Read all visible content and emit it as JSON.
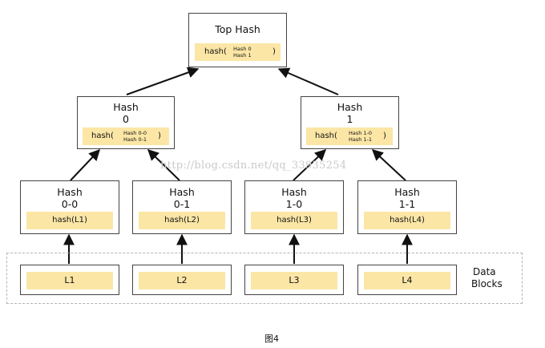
{
  "top": {
    "title": "Top Hash",
    "hash_prefix": "hash(",
    "inner_1": "Hash 0",
    "inner_2": "Hash 1",
    "hash_suffix": ")"
  },
  "h0": {
    "title_1": "Hash",
    "title_2": "0",
    "hash_prefix": "hash(",
    "inner_1": "Hash 0-0",
    "inner_2": "Hash 0-1",
    "hash_suffix": ")"
  },
  "h1": {
    "title_1": "Hash",
    "title_2": "1",
    "hash_prefix": "hash(",
    "inner_1": "Hash 1-0",
    "inner_2": "Hash 1-1",
    "hash_suffix": ")"
  },
  "h00": {
    "title_1": "Hash",
    "title_2": "0-0",
    "hash": "hash(L1)"
  },
  "h01": {
    "title_1": "Hash",
    "title_2": "0-1",
    "hash": "hash(L2)"
  },
  "h10": {
    "title_1": "Hash",
    "title_2": "1-0",
    "hash": "hash(L3)"
  },
  "h11": {
    "title_1": "Hash",
    "title_2": "1-1",
    "hash": "hash(L4)"
  },
  "blocks": [
    "L1",
    "L2",
    "L3",
    "L4"
  ],
  "data_blocks_label_1": "Data",
  "data_blocks_label_2": "Blocks",
  "watermark": "http://blog.csdn.net/qq_33935254",
  "caption": "图4",
  "colors": {
    "hash_fill": "#fbe6a6",
    "border": "#444444",
    "arrow": "#111111"
  }
}
